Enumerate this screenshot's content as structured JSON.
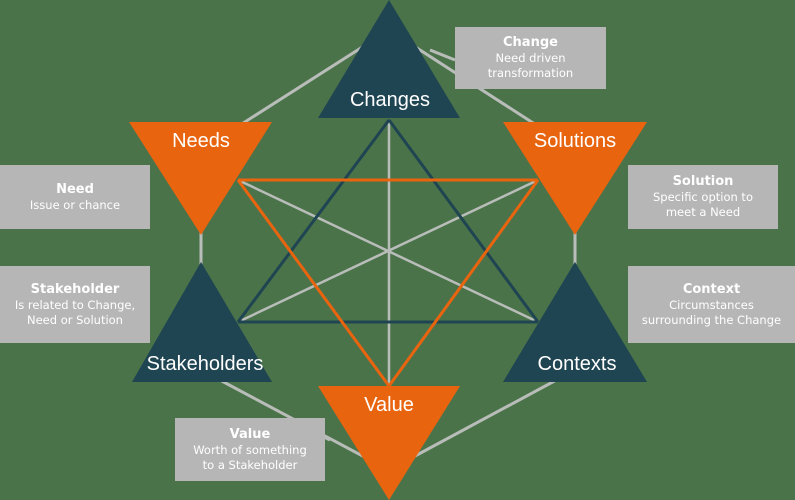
{
  "colors": {
    "background": "#4b734a",
    "dark_node": "#1f4452",
    "orange_node": "#e8640f",
    "box": "#b6b6b6",
    "gray_line": "#b9bdb9",
    "text": "#ffffff"
  },
  "nodes": {
    "changes": {
      "label": "Changes",
      "shape": "triangle-up",
      "color": "dark"
    },
    "needs": {
      "label": "Needs",
      "shape": "triangle-down",
      "color": "orange"
    },
    "solutions": {
      "label": "Solutions",
      "shape": "triangle-down",
      "color": "orange"
    },
    "stakeholders": {
      "label": "Stakeholders",
      "shape": "triangle-up",
      "color": "dark"
    },
    "contexts": {
      "label": "Contexts",
      "shape": "triangle-up",
      "color": "dark"
    },
    "value": {
      "label": "Value",
      "shape": "triangle-down",
      "color": "orange"
    }
  },
  "definitions": {
    "change": {
      "title": "Change",
      "line1": "Need driven",
      "line2": "transformation"
    },
    "need": {
      "title": "Need",
      "line1": "Issue or chance",
      "line2": ""
    },
    "solution": {
      "title": "Solution",
      "line1": "Specific option to",
      "line2": "meet a Need"
    },
    "stakeholder": {
      "title": "Stakeholder",
      "line1": "Is related to Change,",
      "line2": "Need or Solution"
    },
    "context": {
      "title": "Context",
      "line1": "Circumstances",
      "line2": "surrounding the Change"
    },
    "value": {
      "title": "Value",
      "line1": "Worth of something",
      "line2": "to a Stakeholder"
    }
  }
}
